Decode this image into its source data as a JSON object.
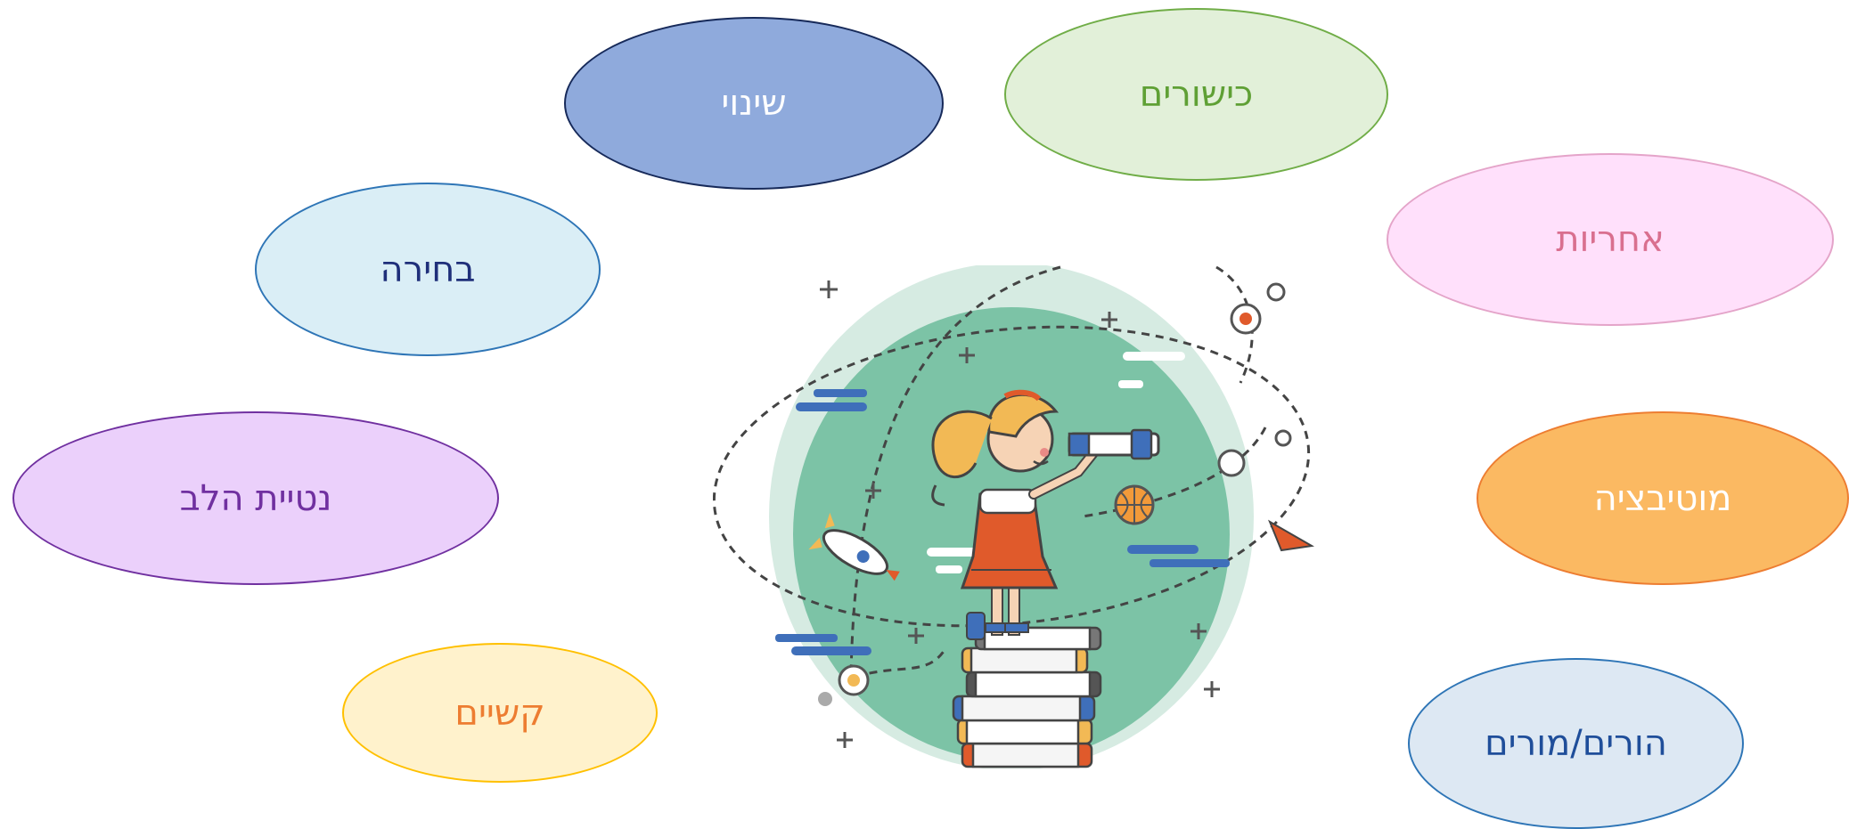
{
  "concepts": [
    {
      "id": "change",
      "label": "שינוי",
      "fill": "#8faadc",
      "stroke": "#172a5a",
      "text": "#ffffff"
    },
    {
      "id": "abilities",
      "label": "כישורים",
      "fill": "#e2f0d9",
      "stroke": "#70ad47",
      "text": "#5fa035"
    },
    {
      "id": "responsibility",
      "label": "אחריות",
      "fill": "#ffe0fb",
      "stroke": "#e4a4c9",
      "text": "#d96f8f"
    },
    {
      "id": "choice",
      "label": "בחירה",
      "fill": "#daeef6",
      "stroke": "#2e75b6",
      "text": "#1f2f7a"
    },
    {
      "id": "inclination",
      "label": "נטיית הלב",
      "fill": "#ebd0fb",
      "stroke": "#7030a0",
      "text": "#7030a0"
    },
    {
      "id": "motivation",
      "label": "מוטיבציה",
      "fill": "#fbb962",
      "stroke": "#ed7d31",
      "text": "#ffffff"
    },
    {
      "id": "difficulties",
      "label": "קשיים",
      "fill": "#fff2cc",
      "stroke": "#ffc000",
      "text": "#ed7d31"
    },
    {
      "id": "parents-teachers",
      "label": "הורים/מורים",
      "fill": "#dde8f3",
      "stroke": "#2e75b6",
      "text": "#1f4e9a"
    }
  ],
  "illustration": {
    "icon": "girl-with-telescope-on-books-icon"
  }
}
